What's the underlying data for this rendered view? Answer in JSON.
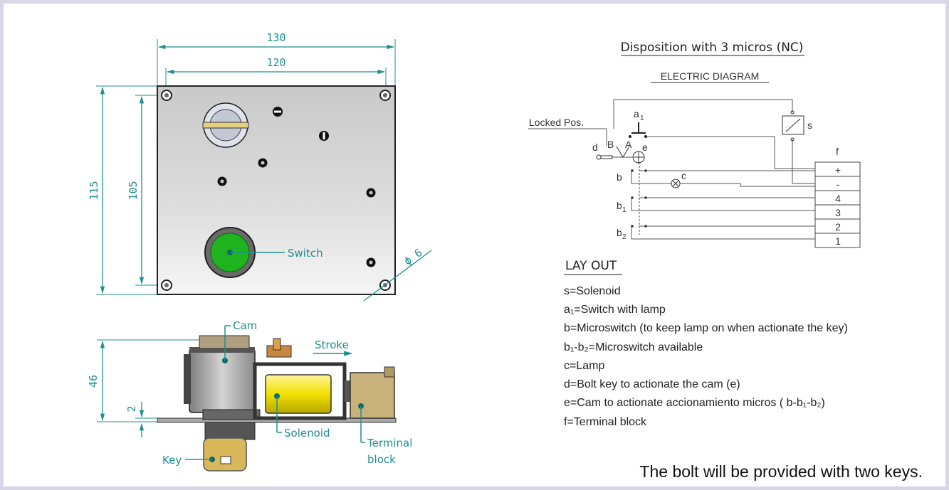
{
  "top_view": {
    "dim_130": "130",
    "dim_120": "120",
    "dim_115": "115",
    "dim_105": "105",
    "dim_phi": "ϕ 6",
    "switch_label": "Switch"
  },
  "side_view": {
    "cam_label": "Cam",
    "stroke_label": "Stroke",
    "dim_46": "46",
    "dim_2": "2",
    "solenoid_label": "Solenoid",
    "terminal_label_1": "Terminal",
    "terminal_label_2": "block",
    "key_label": "Key"
  },
  "electric": {
    "heading": "Disposition with 3 micros (NC)",
    "subheading": "ELECTRIC DIAGRAM",
    "locked_pos": "Locked Pos.",
    "a1_label": "a",
    "a1_sub": "1",
    "s_label": "s",
    "f_label": "f",
    "d_label": "d",
    "B_label": "B",
    "A_label": "A",
    "e_label": "e",
    "b_label": "b",
    "c_label": "c",
    "b1_label": "b",
    "b1_sub": "1",
    "b2_label": "b",
    "b2_sub": "2",
    "terminals": [
      "+",
      "-",
      "4",
      "3",
      "2",
      "1"
    ]
  },
  "layout_legend": {
    "title": "LAY OUT",
    "items": [
      "s=Solenoid",
      "a₁=Switch with lamp",
      "b=Microswitch (to keep lamp on when actionate the key)",
      "b₁-b₂=Microswitch available",
      "c=Lamp",
      "d=Bolt key to actionate the cam (e)",
      "e=Cam to actionate accionamiento micros ( b-b₁-b₂)",
      "f=Terminal block"
    ]
  },
  "footer_note": "The bolt will be provided with two keys.",
  "colors": {
    "dimension": "#1f8f8f",
    "switch_green": "#1fb41f",
    "solenoid_yellow": "#f2e000",
    "terminal_tan": "#c9b27a",
    "key_tan": "#d8b85a"
  }
}
